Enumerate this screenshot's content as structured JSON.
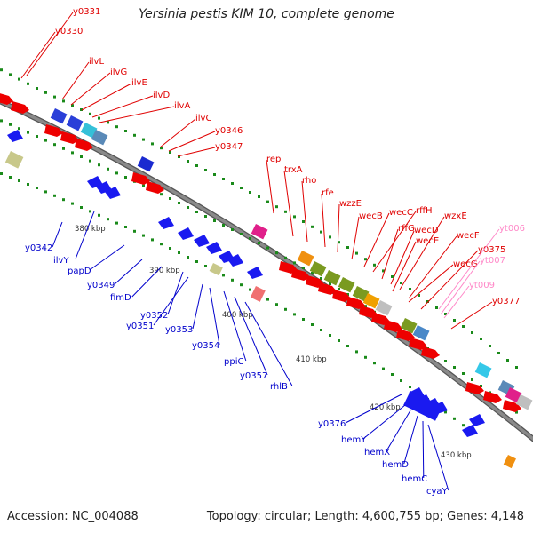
{
  "header": {
    "title": "Yersinia pestis KIM 10, complete genome"
  },
  "footer": {
    "accession": "Accession: NC_004088",
    "stats": "Topology: circular; Length: 4,600,755 bp; Genes: 4,148"
  },
  "ruler": {
    "labels": [
      "380 kbp",
      "390 kbp",
      "400 kbp",
      "410 kbp",
      "420 kbp",
      "430 kbp"
    ]
  },
  "colors": {
    "forward_label": "#e00000",
    "reverse_label": "#0000cc",
    "other_label": "#ff88c8",
    "backbone": "#8a8a8a",
    "tick": "#1a8a1a"
  },
  "genes": {
    "forward": [
      "y0331",
      "y0330",
      "ilvL",
      "ilvG",
      "ilvE",
      "ilvD",
      "ilvA",
      "ilvC",
      "y0346",
      "y0347",
      "rep",
      "trxA",
      "rho",
      "rfe",
      "wzzE",
      "wecB",
      "wecC",
      "rffH",
      "rffG",
      "wecD",
      "wzxE",
      "wecE",
      "wecF",
      "wecG",
      "y0375",
      "y0377"
    ],
    "reverse": [
      "y0342",
      "ilvY",
      "papD",
      "y0349",
      "fimD",
      "y0352",
      "y0351",
      "y0353",
      "y0354",
      "ppiC",
      "y0357",
      "rhlB",
      "y0376",
      "hemY",
      "hemX",
      "hemD",
      "hemC",
      "cyaY"
    ],
    "other": [
      "yt006",
      "yt007",
      "yt009"
    ]
  }
}
